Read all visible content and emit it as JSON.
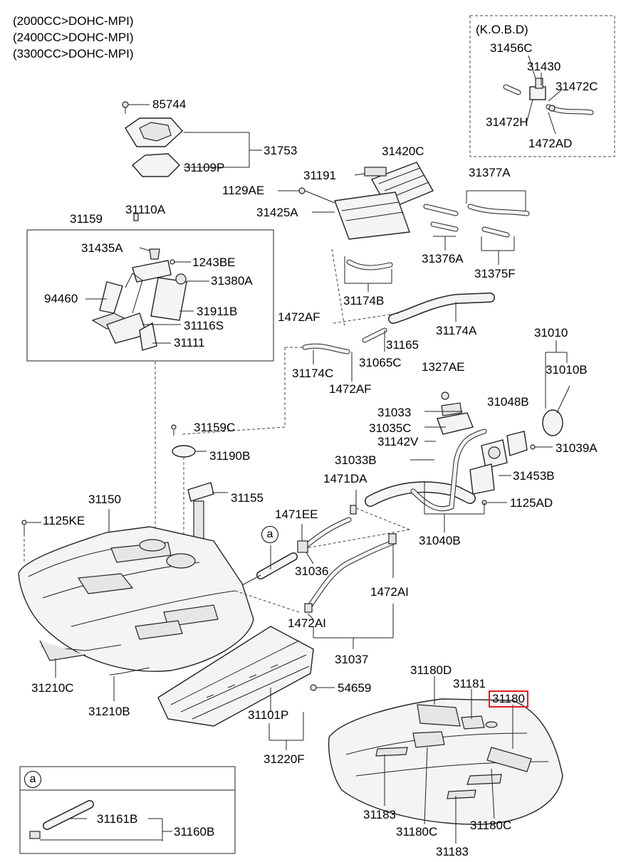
{
  "engine_specs": [
    "(2000CC>DOHC-MPI)",
    "(2400CC>DOHC-MPI)",
    "(3300CC>DOHC-MPI)"
  ],
  "kobd_title": "(K.O.B.D)",
  "callout_symbol": "a",
  "highlight_color": "#e02020",
  "labels": {
    "p31456C": "31456C",
    "p31430": "31430",
    "p31472C": "31472C",
    "p31472H": "31472H",
    "p1472AD": "1472AD",
    "p85744": "85744",
    "p31753": "31753",
    "p31109P": "31109P",
    "p31420C": "31420C",
    "p31191": "31191",
    "p31377A": "31377A",
    "p1129AE": "1129AE",
    "p31425A": "31425A",
    "p31159": "31159",
    "p31110A": "31110A",
    "p31435A": "31435A",
    "p1243BE": "1243BE",
    "p31380A": "31380A",
    "p94460": "94460",
    "p31911B": "31911B",
    "p31116S": "31116S",
    "p31111": "31111",
    "p31376A": "31376A",
    "p31375F": "31375F",
    "p31174B": "31174B",
    "p1472AF_a": "1472AF",
    "p31174A": "31174A",
    "p31165": "31165",
    "p31174C": "31174C",
    "p31065C": "31065C",
    "p1472AF_b": "1472AF",
    "p1327AE": "1327AE",
    "p31010": "31010",
    "p31010B": "31010B",
    "p31033": "31033",
    "p31048B": "31048B",
    "p31035C": "31035C",
    "p31159C": "31159C",
    "p31142V": "31142V",
    "p31039A": "31039A",
    "p31190B": "31190B",
    "p31033B": "31033B",
    "p31453B": "31453B",
    "p1471DA": "1471DA",
    "p31150": "31150",
    "p31155": "31155",
    "p1125AD": "1125AD",
    "p1125KE": "1125KE",
    "p1471EE": "1471EE",
    "p31040B": "31040B",
    "p31036": "31036",
    "p1472AI_a": "1472AI",
    "p1472AI_b": "1472AI",
    "p31037": "31037",
    "p31210C": "31210C",
    "p31180D": "31180D",
    "p54659": "54659",
    "p31181": "31181",
    "p31180": "31180",
    "p31210B": "31210B",
    "p31101P": "31101P",
    "p31220F": "31220F",
    "p31161B": "31161B",
    "p31160B": "31160B",
    "p31183_a": "31183",
    "p31180C_a": "31180C",
    "p31180C_b": "31180C",
    "p31183_b": "31183"
  }
}
